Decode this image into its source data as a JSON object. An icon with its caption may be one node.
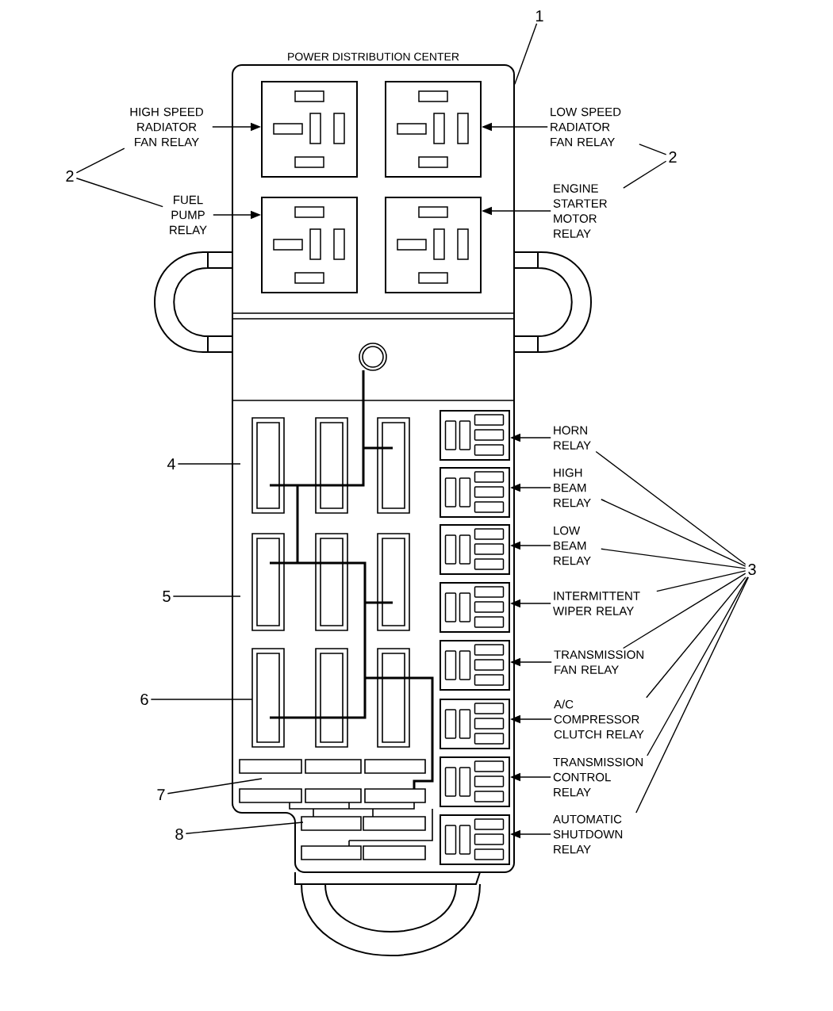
{
  "diagram": {
    "nodes": [
      {
        "text": [
          "POWER DISTRIBUTION CENTER"
        ]
      },
      {
        "text": [],
        "shape": "box",
        "in": 0
      },
      {
        "text": [],
        "shape": "box",
        "in": 0
      },
      {
        "text": [],
        "shape": "box",
        "in": 0
      },
      {
        "text": [],
        "shape": "box",
        "in": 0
      },
      {
        "text": [],
        "shape": "box",
        "in": 0
      },
      {
        "text": [],
        "shape": "box",
        "in": 0
      },
      {
        "text": [],
        "shape": "box",
        "in": 0
      },
      {
        "text": [],
        "shape": "box",
        "in": 0
      },
      {
        "text": [],
        "shape": "box",
        "in": 0
      },
      {
        "text": [],
        "shape": "box",
        "in": 0
      },
      {
        "text": [],
        "shape": "box",
        "in": 0
      },
      {
        "text": [],
        "shape": "box",
        "in": 0
      },
      {
        "text": [
          "1"
        ]
      },
      {
        "text": [
          "2"
        ]
      },
      {
        "text": [
          "HIGH SPEED RADIATOR FAN RELAY"
        ]
      },
      {
        "text": [
          "FUEL PUMP RELAY"
        ]
      },
      {
        "text": [
          "LOW SPEED RADIATOR FAN RELAY"
        ]
      },
      {
        "text": [
          "2"
        ]
      },
      {
        "text": [
          "ENGINE STARTER MOTOR RELAY"
        ]
      },
      {
        "text": [
          "HORN RELAY"
        ]
      },
      {
        "text": [
          "HIGH BEAM RELAY"
        ]
      },
      {
        "text": [
          "LOW BEAM RELAY"
        ]
      },
      {
        "text": [
          "INTERMITTENT WIPER RELAY"
        ]
      },
      {
        "text": [
          "TRANSMISSION FAN RELAY"
        ]
      },
      {
        "text": [
          "A/C COMPRESSOR CLUTCH RELAY"
        ]
      },
      {
        "text": [
          "TRANSMISSION CONTROL RELAY"
        ]
      },
      {
        "text": [
          "AUTOMATIC SHUTDOWN RELAY"
        ]
      },
      {
        "text": [
          "3"
        ]
      },
      {
        "text": [
          "4"
        ]
      },
      {
        "text": [
          "5"
        ]
      },
      {
        "text": [
          "6"
        ]
      },
      {
        "text": [
          "7"
        ]
      },
      {
        "text": [
          "8"
        ]
      }
    ],
    "edges": [
      {
        "from": 13,
        "to": 0,
        "arrow": "none"
      },
      {
        "from": 14,
        "to": 15,
        "arrow": "none"
      },
      {
        "from": 14,
        "to": 16,
        "arrow": "none"
      },
      {
        "from": 15,
        "to": 1,
        "arrow": "to"
      },
      {
        "from": 16,
        "to": 3,
        "arrow": "to"
      },
      {
        "from": 18,
        "to": 17,
        "arrow": "none"
      },
      {
        "from": 18,
        "to": 19,
        "arrow": "none"
      },
      {
        "from": 17,
        "to": 2,
        "arrow": "to"
      },
      {
        "from": 19,
        "to": 4,
        "arrow": "to"
      },
      {
        "from": 20,
        "to": 5,
        "arrow": "to"
      },
      {
        "from": 21,
        "to": 6,
        "arrow": "to"
      },
      {
        "from": 22,
        "to": 7,
        "arrow": "to"
      },
      {
        "from": 23,
        "to": 8,
        "arrow": "to"
      },
      {
        "from": 24,
        "to": 9,
        "arrow": "to"
      },
      {
        "from": 25,
        "to": 10,
        "arrow": "to"
      },
      {
        "from": 26,
        "to": 11,
        "arrow": "to"
      },
      {
        "from": 27,
        "to": 12,
        "arrow": "to"
      },
      {
        "from": 28,
        "to": 20,
        "arrow": "none"
      },
      {
        "from": 28,
        "to": 21,
        "arrow": "none"
      },
      {
        "from": 28,
        "to": 22,
        "arrow": "none"
      },
      {
        "from": 28,
        "to": 23,
        "arrow": "none"
      },
      {
        "from": 28,
        "to": 24,
        "arrow": "none"
      },
      {
        "from": 28,
        "to": 25,
        "arrow": "none"
      },
      {
        "from": 28,
        "to": 26,
        "arrow": "none"
      },
      {
        "from": 28,
        "to": 27,
        "arrow": "none"
      },
      {
        "from": 29,
        "to": 0,
        "arrow": "none"
      },
      {
        "from": 30,
        "to": 0,
        "arrow": "none"
      },
      {
        "from": 31,
        "to": 0,
        "arrow": "none"
      },
      {
        "from": 32,
        "to": 0,
        "arrow": "none"
      },
      {
        "from": 33,
        "to": 0,
        "arrow": "none"
      }
    ]
  }
}
